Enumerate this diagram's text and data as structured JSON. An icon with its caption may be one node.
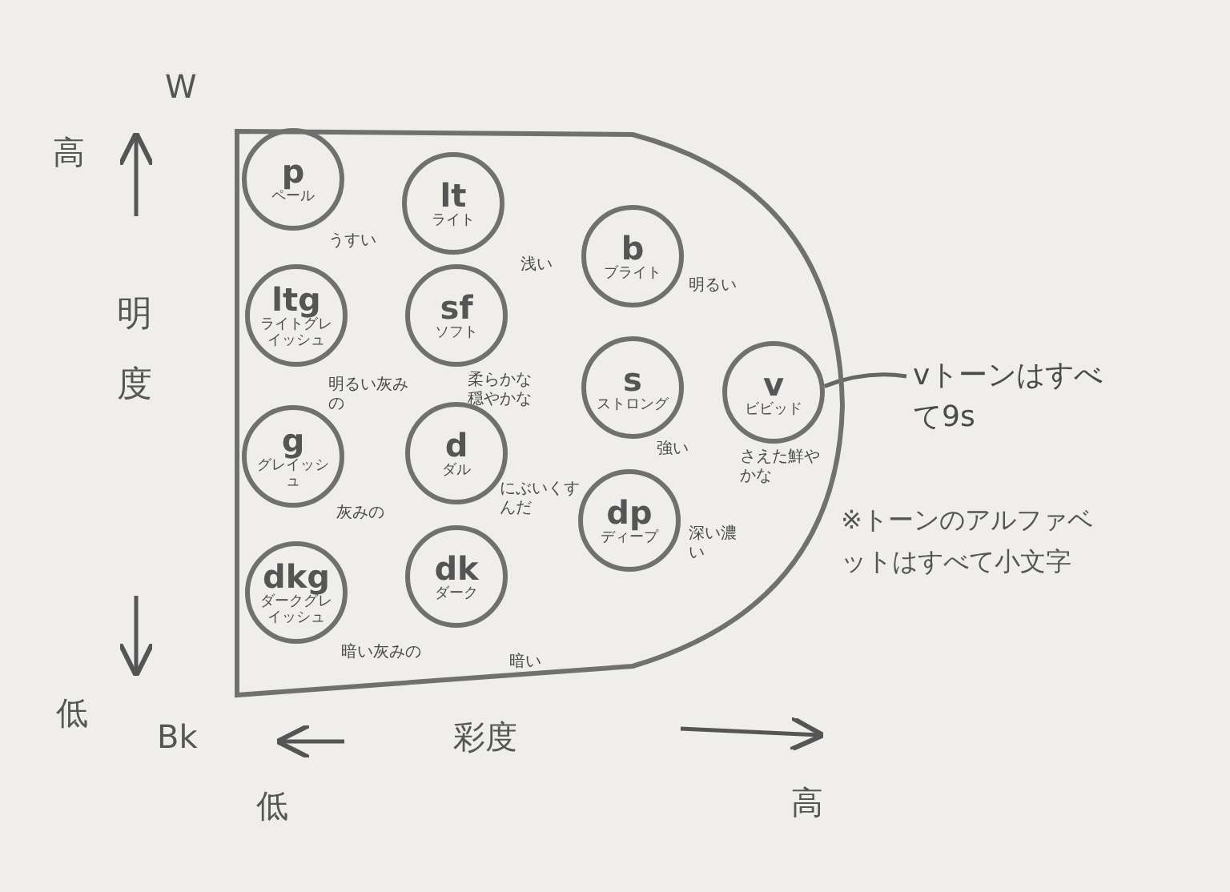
{
  "diagram": {
    "nodes": [
      {
        "text": [],
        "shape": "box"
      },
      {
        "text": [
          "p",
          "ペール"
        ],
        "in": 0,
        "beside": [
          "うすい"
        ]
      },
      {
        "text": [
          "lt",
          "ライト"
        ],
        "in": 0,
        "beside": [
          "浅い"
        ]
      },
      {
        "text": [
          "b",
          "ブライト"
        ],
        "in": 0,
        "beside": [
          "明るい"
        ]
      },
      {
        "text": [
          "ltg",
          "ライトグレイッシュ"
        ],
        "in": 0,
        "beside": [
          "明るい灰みの"
        ]
      },
      {
        "text": [
          "sf",
          "ソフト"
        ],
        "in": 0,
        "beside": [
          "柔らかな穏やかな"
        ]
      },
      {
        "text": [
          "s",
          "ストロング"
        ],
        "in": 0,
        "beside": [
          "強い"
        ]
      },
      {
        "text": [
          "v",
          "ビビッド"
        ],
        "in": 0,
        "beside": [
          "さえた鮮やかな"
        ]
      },
      {
        "text": [
          "g",
          "グレイッシュ"
        ],
        "in": 0,
        "beside": [
          "灰みの"
        ]
      },
      {
        "text": [
          "d",
          "ダル"
        ],
        "in": 0,
        "beside": [
          "にぶいくすんだ"
        ]
      },
      {
        "text": [
          "dp",
          "ディープ"
        ],
        "in": 0,
        "beside": [
          "深い濃い"
        ]
      },
      {
        "text": [
          "dkg",
          "ダークグレイッシュ"
        ],
        "in": 0,
        "beside": [
          "暗い灰みの"
        ]
      },
      {
        "text": [
          "dk",
          "ダーク"
        ],
        "in": 0,
        "beside": [
          "暗い"
        ]
      },
      {
        "text": [
          "vトーンはすべて9s"
        ]
      }
    ],
    "edges": [
      {
        "from": 13,
        "to": 7,
        "arrow": "none"
      }
    ],
    "labels": [
      "W",
      "高",
      "明度",
      "低",
      "Bk",
      "彩度",
      "低",
      "高",
      "※トーンのアルファベットはすべて小文字"
    ]
  }
}
